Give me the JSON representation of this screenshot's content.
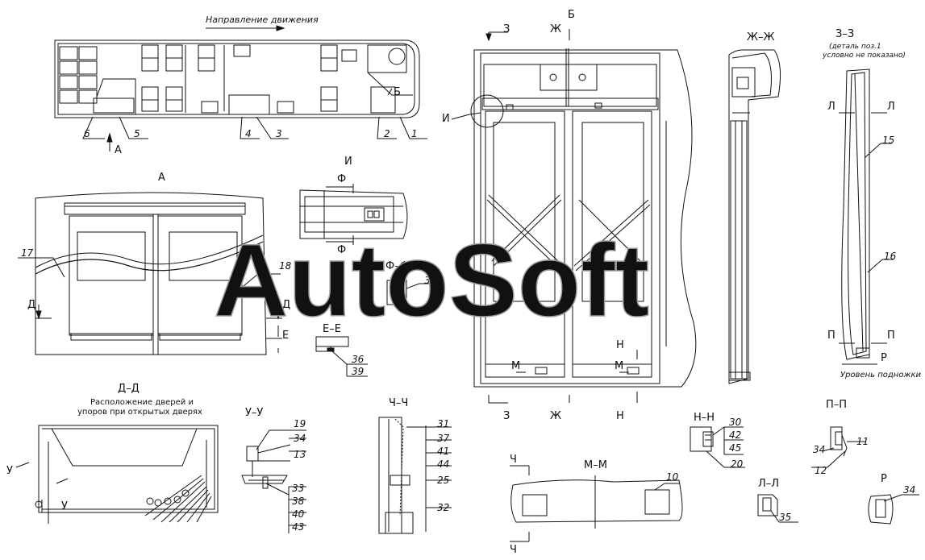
{
  "header": {
    "direction_label": "Направление движения",
    "view_A": "А",
    "view_I": "И",
    "section_BB": "Б",
    "section_ZhZh": "Ж–Ж",
    "section_ZZ": "З–З",
    "note_ZZ_1": "(деталь поз.1",
    "note_ZZ_2": "условно не показано)",
    "section_DD": "Д–Д",
    "note_DD_1": "Расположение дверей и",
    "note_DD_2": "упоров при открытых дверях",
    "section_UU": "У–У",
    "section_ChCh": "Ч–Ч",
    "section_MM": "М–М",
    "section_NN": "Н–Н",
    "section_PP": "П–П",
    "section_LL": "Л–Л",
    "section_FF": "Ф–Ф",
    "section_EE": "Е–Е",
    "section_R": "Р",
    "step_level": "Уровень подножки"
  },
  "cut_letters": {
    "A": "А",
    "B": "Б",
    "Z": "З",
    "Zh": "Ж",
    "I": "И",
    "F": "Ф",
    "D": "Д",
    "E": "Е",
    "N": "Н",
    "M": "М",
    "L": "Л",
    "P": "П",
    "R": "Р",
    "Ch": "Ч",
    "U": "У"
  },
  "positions": {
    "p1": "1",
    "p2": "2",
    "p3": "3",
    "p4": "4",
    "p5": "5",
    "p6": "6",
    "p10": "10",
    "p11": "11",
    "p12": "12",
    "p13": "13",
    "p15": "15",
    "p16": "16",
    "p17": "17",
    "p18": "18",
    "p19": "19",
    "p20": "20",
    "p25": "25",
    "p30": "30",
    "p31": "31",
    "p32": "32",
    "p33": "33",
    "p34": "34",
    "p35": "35",
    "p36": "36",
    "p37": "37",
    "p38": "38",
    "p39": "39",
    "p40": "40",
    "p41": "41",
    "p42": "42",
    "p43": "43",
    "p44": "44",
    "p45": "45"
  },
  "watermark": "AutoSoft",
  "colors": {
    "line": "#111111",
    "watermark": "#9a9a9a"
  }
}
